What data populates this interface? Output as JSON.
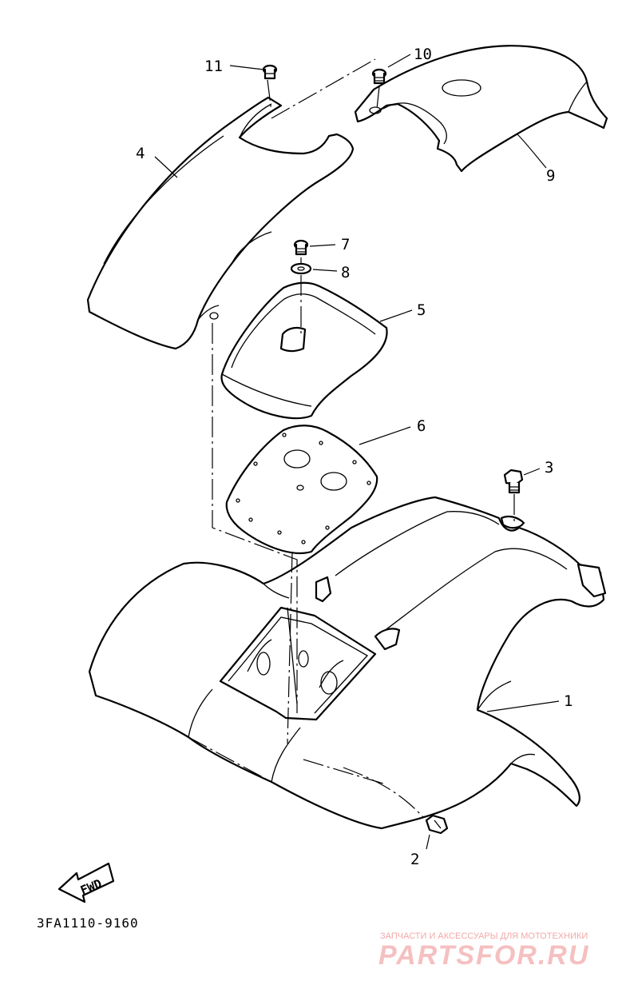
{
  "callouts": {
    "c1": "1",
    "c2": "2",
    "c3": "3",
    "c4": "4",
    "c5": "5",
    "c6": "6",
    "c7": "7",
    "c8": "8",
    "c9": "9",
    "c10": "10",
    "c11": "11"
  },
  "fwd_label": "FWD",
  "drawing_code": "3FA1110-9160",
  "watermark": {
    "caption": "ЗАПЧАСТИ И АКСЕССУАРЫ ДЛЯ МОТОТЕХНИКИ",
    "logo": "PARTSFOR.RU",
    "color": "#f2a8a8"
  }
}
